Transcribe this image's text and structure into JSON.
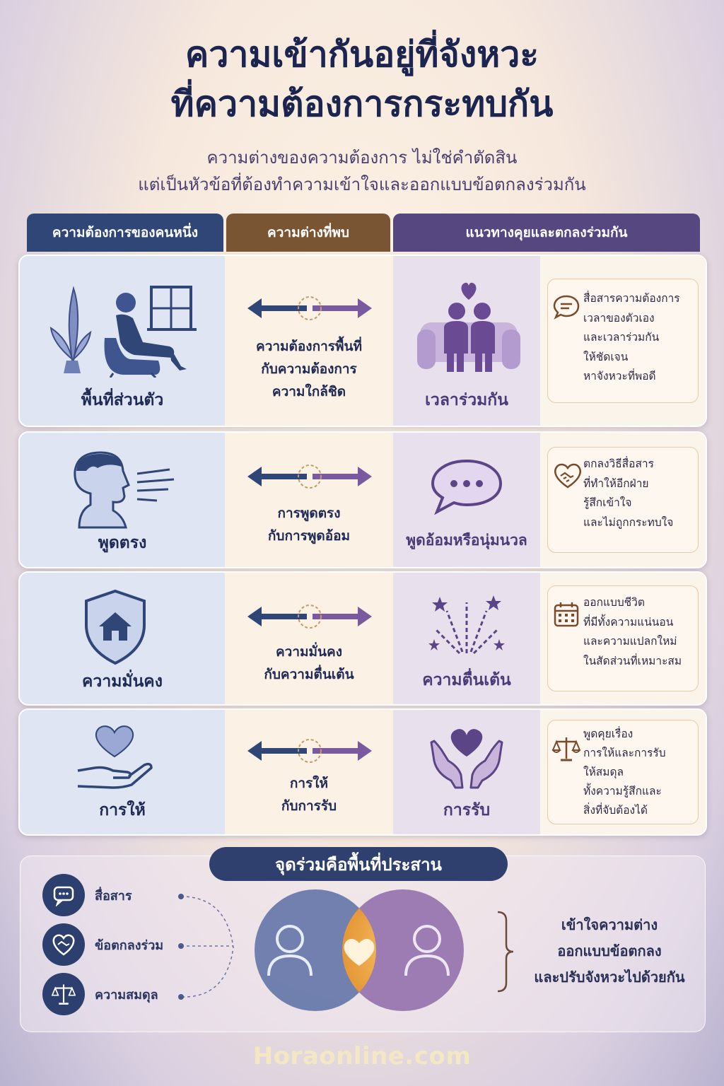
{
  "title": {
    "line1": "ความเข้ากันอยู่ที่จังหวะ",
    "line2": "ที่ความต้องการกระทบกัน"
  },
  "subtitle": {
    "line1": "ความต่างของความต้องการ ไม่ใช่คำตัดสิน",
    "line2": "แต่เป็นหัวข้อที่ต้องทำความเข้าใจและออกแบบข้อตกลงร่วมกัน"
  },
  "headers": {
    "col1": "ความต้องการของคนหนึ่ง",
    "col2": "ความต่างที่พบ",
    "col3": "แนวทางคุยและตกลงร่วมกัน"
  },
  "rows": [
    {
      "left_label": "พื้นที่ส่วนตัว",
      "left_icon": "person-in-armchair-icon",
      "middle": [
        "ความต้องการพื้นที่",
        "กับความต้องการ",
        "ความใกล้ชิด"
      ],
      "right_label": "เวลาร่วมกัน",
      "right_icon": "couple-on-sofa-icon",
      "note_icon": "chat-bubble-icon",
      "note": [
        "สื่อสารความต้องการ",
        "เวลาของตัวเอง",
        "และเวลาร่วมกัน",
        "ให้ชัดเจน",
        "หาจังหวะที่พอดี"
      ]
    },
    {
      "left_label": "พูดตรง",
      "left_icon": "speaking-head-icon",
      "middle": [
        "การพูดตรง",
        "กับการพูดอ้อม"
      ],
      "right_label": "พูดอ้อมหรือนุ่มนวล",
      "right_icon": "speech-bubble-icon",
      "note_icon": "handshake-heart-icon",
      "note": [
        "ตกลงวิธีสื่อสาร",
        "ที่ทำให้อีกฝ่าย",
        "รู้สึกเข้าใจ",
        "และไม่ถูกกระทบใจ"
      ]
    },
    {
      "left_label": "ความมั่นคง",
      "left_icon": "shield-house-icon",
      "middle": [
        "ความมั่นคง",
        "กับความตื่นเต้น"
      ],
      "right_label": "ความตื่นเต้น",
      "right_icon": "fireworks-icon",
      "note_icon": "calendar-icon",
      "note": [
        "ออกแบบชีวิต",
        "ที่มีทั้งความแน่นอน",
        "และความแปลกใหม่",
        "ในสัดส่วนที่เหมาะสม"
      ]
    },
    {
      "left_label": "การให้",
      "left_icon": "hand-giving-heart-icon",
      "middle": [
        "การให้",
        "กับการรับ"
      ],
      "right_label": "การรับ",
      "right_icon": "hands-receiving-heart-icon",
      "note_icon": "balance-scale-icon",
      "note": [
        "พูดคุยเรื่อง",
        "การให้และการรับ",
        "ให้สมดุล",
        "ทั้งความรู้สึกและ",
        "สิ่งที่จับต้องได้"
      ]
    }
  ],
  "bottom": {
    "title": "จุดร่วมคือพื้นที่ประสาน",
    "legend": [
      {
        "icon": "chat-bubble-icon",
        "label": "สื่อสาร"
      },
      {
        "icon": "handshake-heart-icon",
        "label": "ข้อตกลงร่วม"
      },
      {
        "icon": "balance-scale-icon",
        "label": "ความสมดุล"
      }
    ],
    "summary": [
      "เข้าใจความต่าง",
      "ออกแบบข้อตกลง",
      "และปรับจังหวะไปด้วยกัน"
    ]
  },
  "footer": "Horaonline.com",
  "colors": {
    "navy": "#2f4677",
    "brown": "#7a5534",
    "purple": "#574780",
    "accent_orange": "#f0a23a"
  }
}
